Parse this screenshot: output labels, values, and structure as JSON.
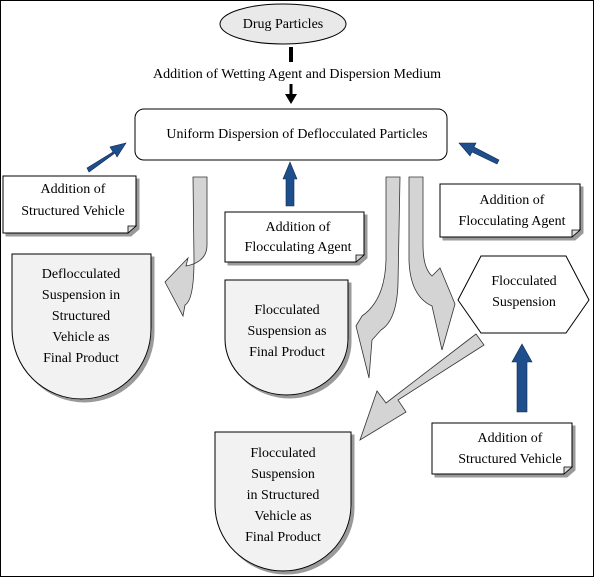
{
  "nodes": {
    "drug_particles": "Drug Particles",
    "uniform_dispersion": "Uniform Dispersion of Deflocculated Particles",
    "flocculated_suspension": [
      "Flocculated",
      "Suspension"
    ],
    "deflocculated_product": [
      "Deflocculated",
      "Suspension in",
      "Structured",
      "Vehicle as",
      "Final Product"
    ],
    "flocculated_product": [
      "Flocculated",
      "Suspension as",
      "Final Product"
    ],
    "flocculated_structured_product": [
      "Flocculated",
      "Suspension",
      "in Structured",
      "Vehicle as",
      "Final Product"
    ]
  },
  "labels": {
    "wetting": "Addition of Wetting Agent and Dispersion Medium",
    "structured_vehicle_left": [
      "Addition of",
      "Structured Vehicle"
    ],
    "flocculating_agent_center": [
      "Addition of",
      "Flocculating Agent"
    ],
    "flocculating_agent_right": [
      "Addition of",
      "Flocculating Agent"
    ],
    "structured_vehicle_bottom": [
      "Addition of",
      "Structured Vehicle"
    ]
  },
  "colors": {
    "blue_arrow": "#1f4e8c",
    "grey_arrow": "#d4d4d4",
    "box_fill": "#f2f2f2"
  }
}
